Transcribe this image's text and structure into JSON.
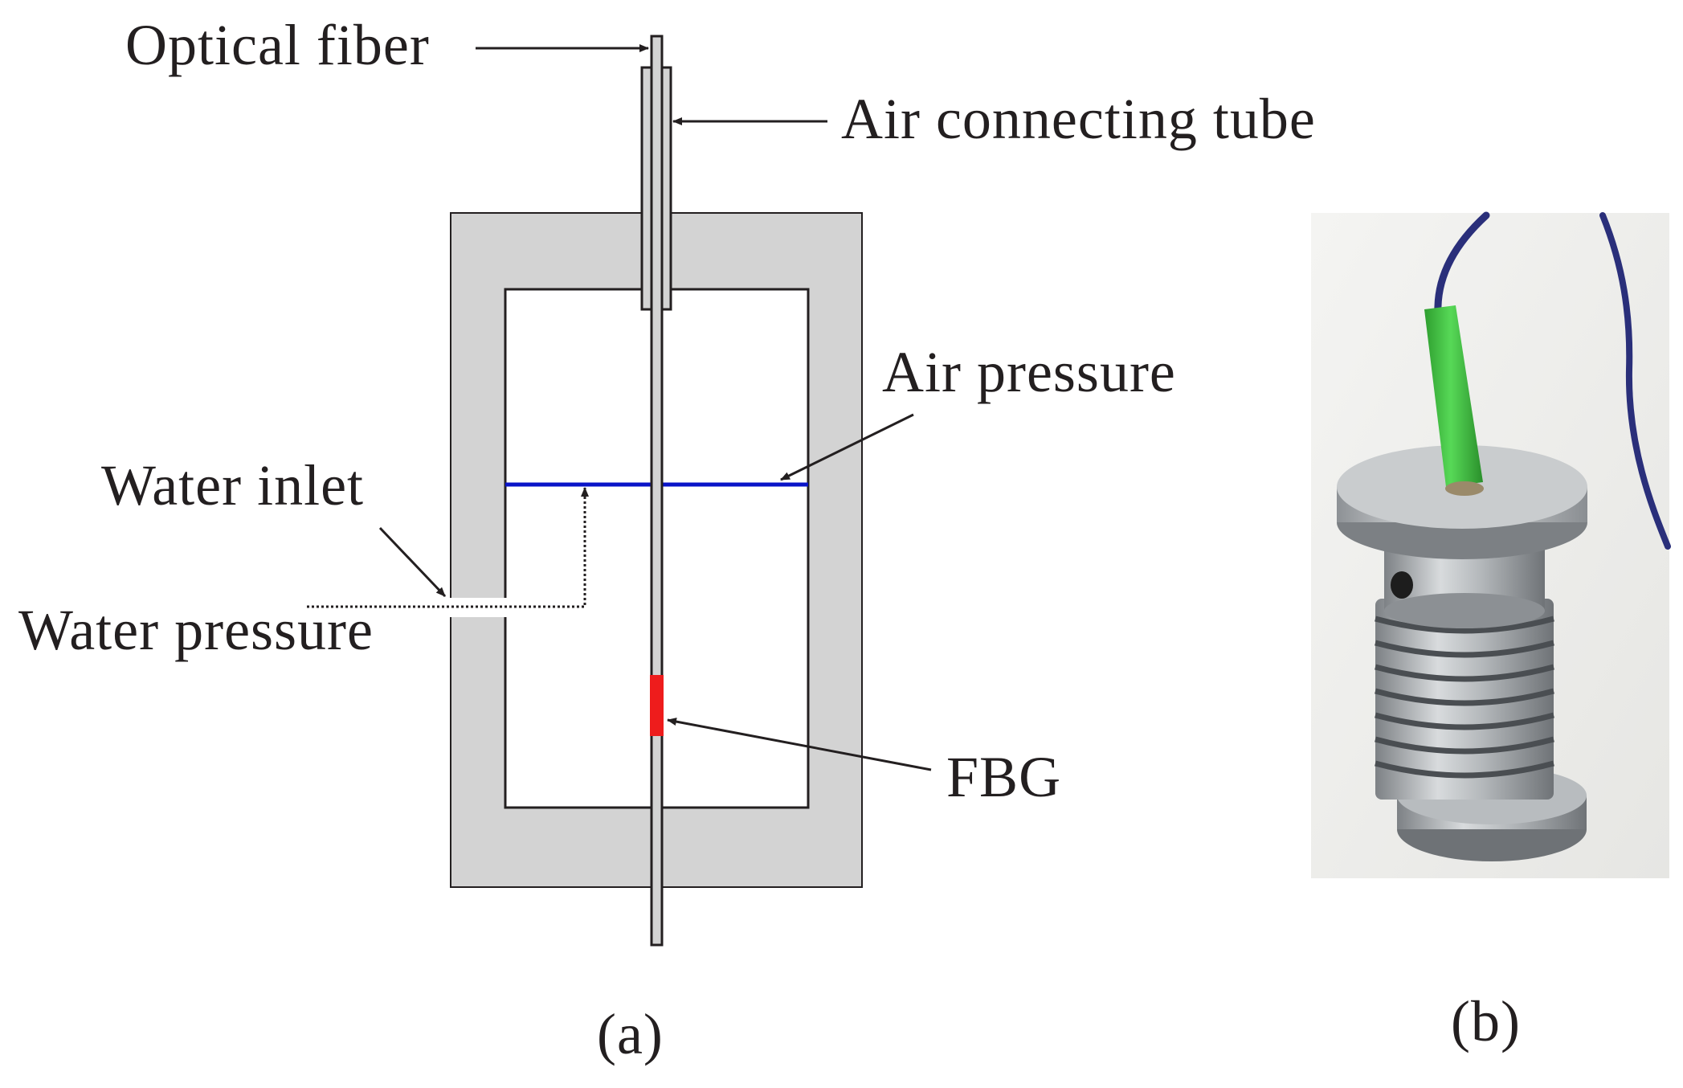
{
  "labels": {
    "optical_fiber": "Optical fiber",
    "air_connecting_tube": "Air connecting tube",
    "air_pressure": "Air pressure",
    "water_inlet": "Water inlet",
    "water_pressure": "Water pressure",
    "fbg": "FBG",
    "panel_a": "(a)",
    "panel_b": "(b)"
  },
  "colors": {
    "housing": "#d3d3d3",
    "outline": "#231f20",
    "air_water_interface": "#0a14c8",
    "fbg_grating": "#ee1c1c",
    "cable_sleeve": "#39c43a",
    "cable": "#2a2f7a",
    "metal": "#a9adb0"
  }
}
